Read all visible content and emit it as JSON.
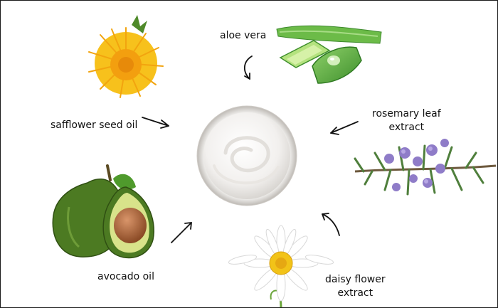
{
  "ingredients": [
    {
      "id": "aloe",
      "label": "aloe vera",
      "icon": "aloe-vera-leaf-icon"
    },
    {
      "id": "safflower",
      "label": "safflower seed oil",
      "icon": "safflower-flower-icon"
    },
    {
      "id": "rosemary",
      "label_lines": [
        "rosemary leaf",
        "extract"
      ],
      "icon": "rosemary-sprig-icon"
    },
    {
      "id": "avocado",
      "label": "avocado oil",
      "icon": "avocado-icon"
    },
    {
      "id": "daisy",
      "label_lines": [
        "daisy flower",
        "extract"
      ],
      "icon": "daisy-flower-icon"
    }
  ],
  "center": {
    "icon": "cream-jar-icon"
  },
  "colors": {
    "border": "#1a1a1a",
    "text": "#111111",
    "aloe_green": "#4fa83a",
    "safflower_yellow": "#f5b414",
    "rosemary_purple": "#8f7cc8",
    "avocado_green": "#4c7a22",
    "daisy_yellow": "#f2c318"
  }
}
